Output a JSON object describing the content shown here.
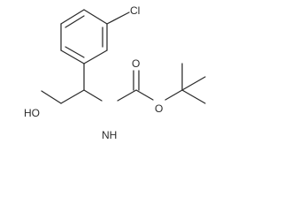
{
  "molecule": {
    "atoms": {
      "chlorine": "Cl",
      "hydroxyl": "HO",
      "amine": "NH",
      "carbonyl_oxygen": "O",
      "ester_oxygen": "O"
    }
  }
}
